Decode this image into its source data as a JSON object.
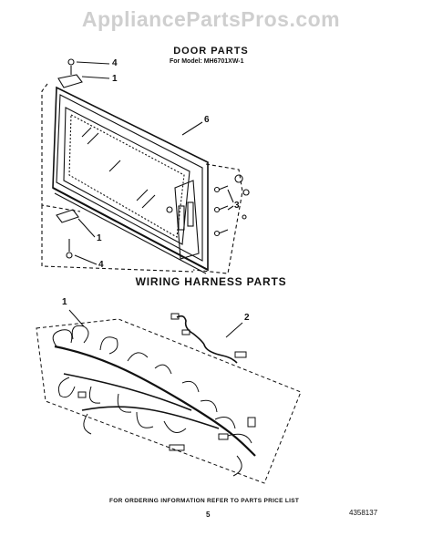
{
  "watermark": "AppliancePartsPros.com",
  "door_section": {
    "title": "DOOR PARTS",
    "model_line": "For Model: MH6701XW-1",
    "callouts": [
      "4",
      "1",
      "6",
      "3",
      "1",
      "4"
    ]
  },
  "wiring_section": {
    "title": "WIRING HARNESS PARTS",
    "callouts": [
      "1",
      "2"
    ]
  },
  "footer": {
    "note": "FOR ORDERING INFORMATION REFER TO PARTS PRICE LIST",
    "page_number": "5",
    "doc_number": "4358137"
  }
}
